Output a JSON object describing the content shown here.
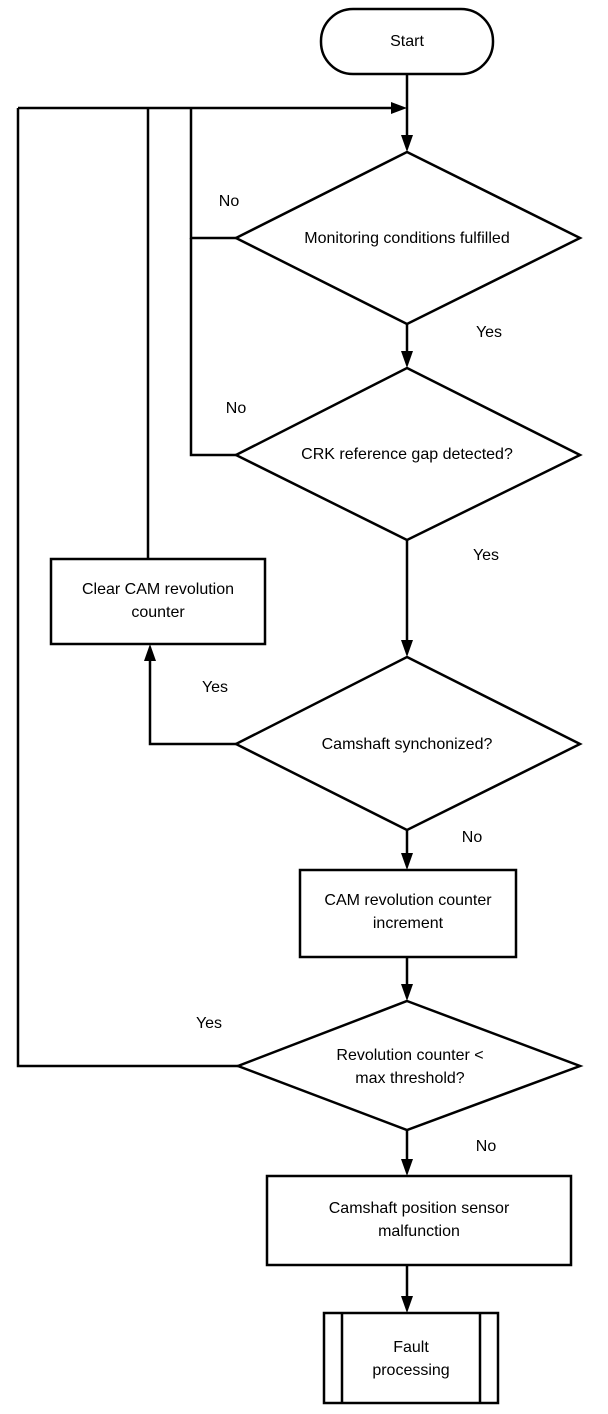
{
  "flowchart": {
    "nodes": {
      "start": "Start",
      "monitoring": "Monitoring conditions fulfilled",
      "crk_gap": "CRK reference gap detected?",
      "clear_counter": [
        "Clear CAM revolution",
        "counter"
      ],
      "cam_sync": "Camshaft synchonized?",
      "increment": [
        "CAM revolution counter",
        "increment"
      ],
      "threshold": [
        "Revolution counter <",
        "max threshold?"
      ],
      "malfunction": [
        "Camshaft position sensor",
        "malfunction"
      ],
      "fault": [
        "Fault",
        "processing"
      ]
    },
    "edge_labels": {
      "monitoring_no": "No",
      "monitoring_yes": "Yes",
      "crk_no": "No",
      "crk_yes": "Yes",
      "sync_yes": "Yes",
      "sync_no": "No",
      "threshold_yes": "Yes",
      "threshold_no": "No"
    }
  }
}
